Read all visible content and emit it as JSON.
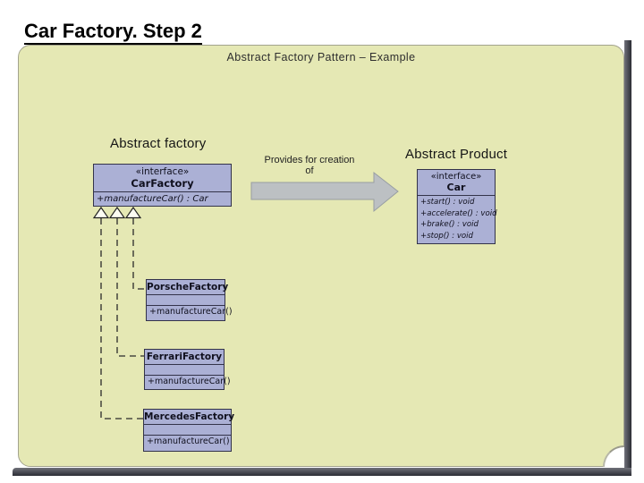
{
  "page_title": "Car Factory. Step 2",
  "slide": {
    "header": "Abstract Factory Pattern – Example",
    "labels": {
      "abstract_factory": "Abstract factory",
      "abstract_product": "Abstract Product",
      "arrow_caption_line1": "Provides for creation",
      "arrow_caption_line2": "of"
    },
    "car_factory_box": {
      "stereotype": "«interface»",
      "name": "CarFactory",
      "methods": [
        "+manufactureCar() : Car"
      ]
    },
    "car_box": {
      "stereotype": "«interface»",
      "name": "Car",
      "methods": [
        "+start() : void",
        "+accelerate() : void",
        "+brake() : void",
        "+stop() : void"
      ]
    },
    "factories": [
      {
        "name": "PorscheFactory",
        "method": "+manufactureCar()"
      },
      {
        "name": "FerrariFactory",
        "method": "+manufactureCar()"
      },
      {
        "name": "MercedesFactory",
        "method": "+manufactureCar()"
      }
    ],
    "colors": {
      "slide_bg": "#e5e8b4",
      "uml_box_fill": "#abb0d5",
      "uml_box_border": "#33334a",
      "block_arrow_fill": "#bcc0c3",
      "shadow_bar": "#2b2c34"
    }
  }
}
